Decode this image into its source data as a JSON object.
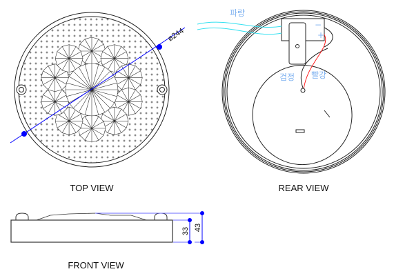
{
  "views": {
    "top": {
      "label": "TOP  VIEW",
      "diameter_label": "ø244"
    },
    "rear": {
      "label": "REAR  VIEW",
      "wire_blue": "파랑",
      "wire_black": "검정",
      "wire_red": "빨강",
      "minus": "−",
      "plus": "+"
    },
    "front": {
      "label": "FRONT  VIEW",
      "height_body": "33",
      "height_total": "43"
    }
  },
  "colors": {
    "dimension": "#0000ff",
    "wire_cyan": "#33e0f0",
    "wire_red": "#ff2020",
    "korean_text": "#7fb2f0"
  }
}
